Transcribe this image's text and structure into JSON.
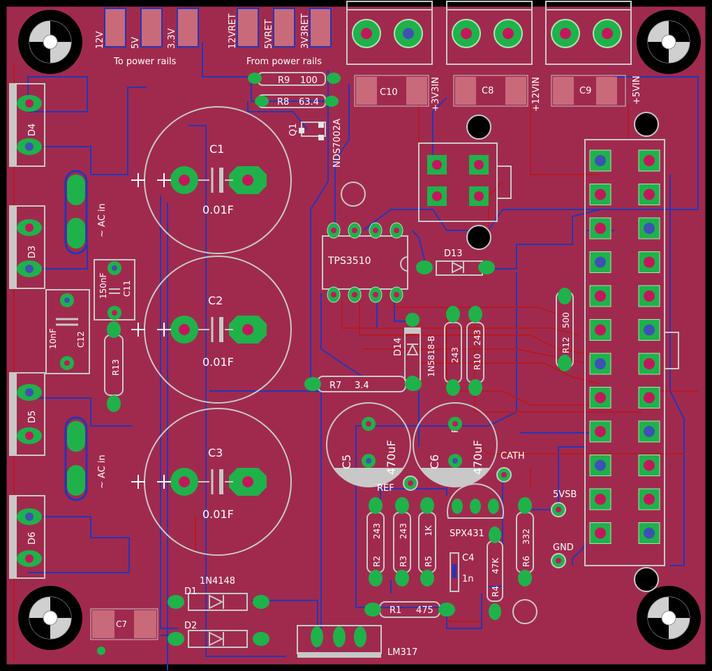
{
  "colors": {
    "board": "#a02a4e",
    "outline": "#000000",
    "silk": "#c8c8c8",
    "pad": "#1fb24a",
    "drill": "#c2185b",
    "bottom_trace": "#2436b8",
    "top_trace": "#b51a22",
    "mount_hole": "#000000"
  },
  "labels": {
    "rail_12v": "12V",
    "rail_5v": "5V",
    "rail_33v": "3.3V",
    "to_power_rails": "To power rails",
    "ret_12v": "12VRET",
    "ret_5v": "5VRET",
    "ret_33v": "3V3RET",
    "from_power_rails": "From power rails",
    "r9": "R9",
    "r9_val": "100",
    "r8": "R8",
    "r8_val": "63.4",
    "q1": "Q1",
    "nds": "NDS7002A",
    "c10": "C10",
    "c8": "C8",
    "c9": "C9",
    "v33in": "+3V3IN",
    "v12in": "+12VIN",
    "v5in": "+5VIN",
    "d4": "D4",
    "d3": "D3",
    "d5": "D5",
    "d6": "D6",
    "ac_in_1": "~ AC in",
    "ac_in_2": "~ AC in",
    "c1": "C1",
    "c2": "C2",
    "c3": "C3",
    "cap_val_1": "0.01F",
    "cap_val_2": "0.01F",
    "cap_val_3": "0.01F",
    "c11": "C11",
    "c11_val": "150nF",
    "c12": "C12",
    "c12_val": "10nF",
    "r13": "R13",
    "tps": "TPS3510",
    "d13": "D13",
    "d14": "D14",
    "d14_val": "1N5818-B",
    "r11": "R11",
    "r11_val": "243",
    "r10": "R10",
    "r10_val": "243",
    "r12": "R12",
    "r12_val": "500",
    "r7": "R7",
    "r7_val": "3.4",
    "c5": "C5",
    "c5_val": "470uF",
    "c6": "C6",
    "c6_val": "470uF",
    "cath": "CATH",
    "ref": "REF",
    "r2": "R2",
    "r2_val": "243",
    "r3": "R3",
    "r3_val": "243",
    "r5": "R5",
    "r5_val": "1K",
    "spx": "SPX431",
    "c4": "C4",
    "c4_val": "1n",
    "r4": "R4",
    "r4_val": "47K",
    "r6": "R6",
    "r6_val": "332",
    "v5sb": "5VSB",
    "gnd": "GND",
    "d_1n4148": "1N4148",
    "d1": "D1",
    "d2": "D2",
    "r1": "R1",
    "r1_val": "475",
    "lm317": "LM317",
    "c7": "C7"
  }
}
